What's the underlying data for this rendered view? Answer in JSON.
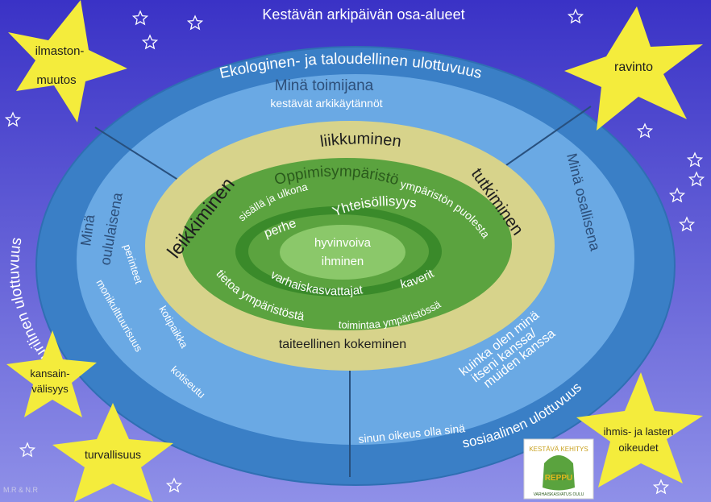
{
  "title": "Kestävän arkipäivän osa-alueet",
  "colors": {
    "bg_top": "#3c34c4",
    "bg_bottom": "#8a8ae6",
    "outer_ring": "#3d7fc8",
    "inner_blue": "#6aa8e3",
    "yellow_ring": "#d8d48c",
    "green_outer": "#5aa33e",
    "green_mid": "#3b8a2a",
    "green_inner": "#8cc86a",
    "star": "#f4ec3c",
    "text_dark": "#1c1c1c",
    "text_light": "#ffffff"
  },
  "outer_ring": {
    "top": "Ekologinen- ja taloudellinen ulottuvuus",
    "left": "kulttuurilinen ulottuvuus",
    "right": "sosiaalinen ulottuvuus"
  },
  "blue_sections": {
    "top_title": "Minä toimijana",
    "top_sub": "kestävät arkikäytännöt",
    "left_title_1": "Minä",
    "left_title_2": "oululaisena",
    "left_words": [
      "perinteet",
      "monikulttuurisuus",
      "kotipaikka",
      "kotiseutu"
    ],
    "right_title": "Minä osallisena",
    "right_lines": [
      "kuinka olen minä",
      "itseni kanssa/",
      "muiden kanssa"
    ],
    "right_bottom": "sinun oikeus olla sinä"
  },
  "yellow_ring": {
    "top": "liikkuminen",
    "left": "leikkiminen",
    "right": "tutkiminen",
    "bottom": "taiteellinen kokeminen"
  },
  "green_ring": {
    "top": "Oppimisympäristö",
    "top_left": "sisällä ja ulkona",
    "top_right": "ympäristön puolesta",
    "bottom_left": "tietoa ympäristöstä",
    "bottom_right": "toimintaa ympäristössä"
  },
  "inner_ring": {
    "top": "Yhteisöllisyys",
    "left": "perhe",
    "bottom_left": "varhaiskasvattajat",
    "right": "kaverit"
  },
  "center": {
    "line1": "hyvinvoiva",
    "line2": "ihminen"
  },
  "stars": {
    "top_left_1": "ilmaston-",
    "top_left_2": "muutos",
    "top_right": "ravinto",
    "left_1": "kansain-",
    "left_2": "välisyys",
    "bottom_left": "turvallisuus",
    "bottom_right_1": "ihmis- ja lasten",
    "bottom_right_2": "oikeudet"
  },
  "logo": {
    "top": "KESTÄVÄ KEHITYS",
    "name": "REPPU",
    "bottom": "VARHAISKASVATUS OULU"
  },
  "credit": "M.R & N.R"
}
